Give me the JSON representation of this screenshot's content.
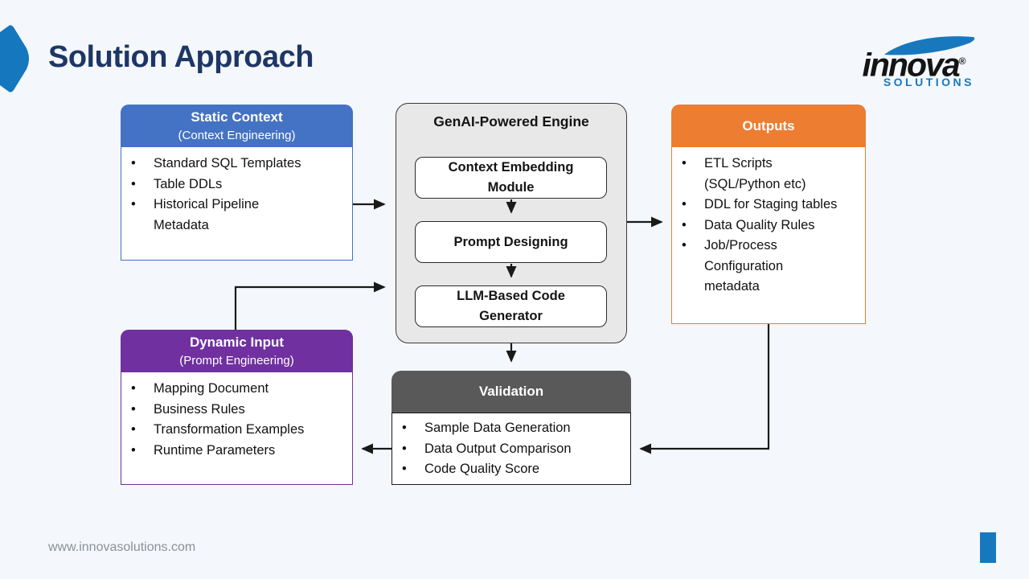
{
  "colors": {
    "background": "#f4f8fc",
    "title_navy": "#1e3666",
    "accent_blue": "#1878be",
    "static_blue": "#4472c4",
    "dynamic_purple": "#7030a0",
    "outputs_orange": "#ed7d31",
    "validation_gray": "#595959",
    "engine_gray": "#e8e8e8"
  },
  "header": {
    "title": "Solution Approach"
  },
  "logo": {
    "wordmark": "innova",
    "registered": "®",
    "subtext": "SOLUTIONS"
  },
  "footer": {
    "url": "www.innovasolutions.com"
  },
  "diagram": {
    "static_context": {
      "title": "Static Context",
      "subtitle": "(Context Engineering)",
      "items": [
        "Standard SQL Templates",
        "Table DDLs",
        "Historical Pipeline\nMetadata"
      ]
    },
    "engine": {
      "title": "GenAI-Powered Engine",
      "modules": [
        "Context Embedding\nModule",
        "Prompt Designing",
        "LLM-Based Code\nGenerator"
      ]
    },
    "outputs": {
      "title": "Outputs",
      "items": [
        "ETL Scripts\n(SQL/Python etc)",
        "DDL for Staging tables",
        "Data Quality Rules",
        "Job/Process\nConfiguration\nmetadata"
      ]
    },
    "dynamic_input": {
      "title": "Dynamic Input",
      "subtitle": "(Prompt Engineering)",
      "items": [
        "Mapping Document",
        "Business Rules",
        "Transformation Examples",
        "Runtime Parameters"
      ]
    },
    "validation": {
      "title": "Validation",
      "items": [
        "Sample Data Generation",
        "Data Output Comparison",
        "Code Quality Score"
      ]
    }
  }
}
